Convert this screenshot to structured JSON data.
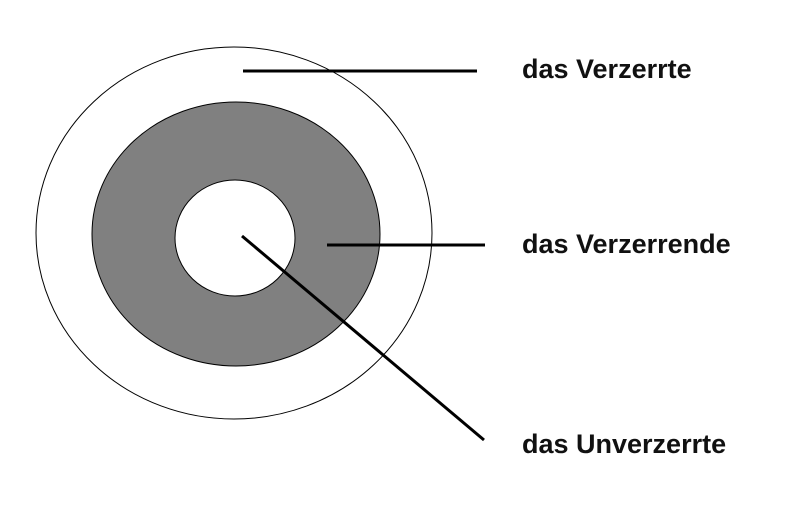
{
  "labels": {
    "outer": "das Verzerrte",
    "middle": "das Verzerrende",
    "inner": "das Unverzerrte"
  },
  "colors": {
    "ring_fill": "#808080",
    "stroke": "#000000",
    "background": "#ffffff"
  }
}
